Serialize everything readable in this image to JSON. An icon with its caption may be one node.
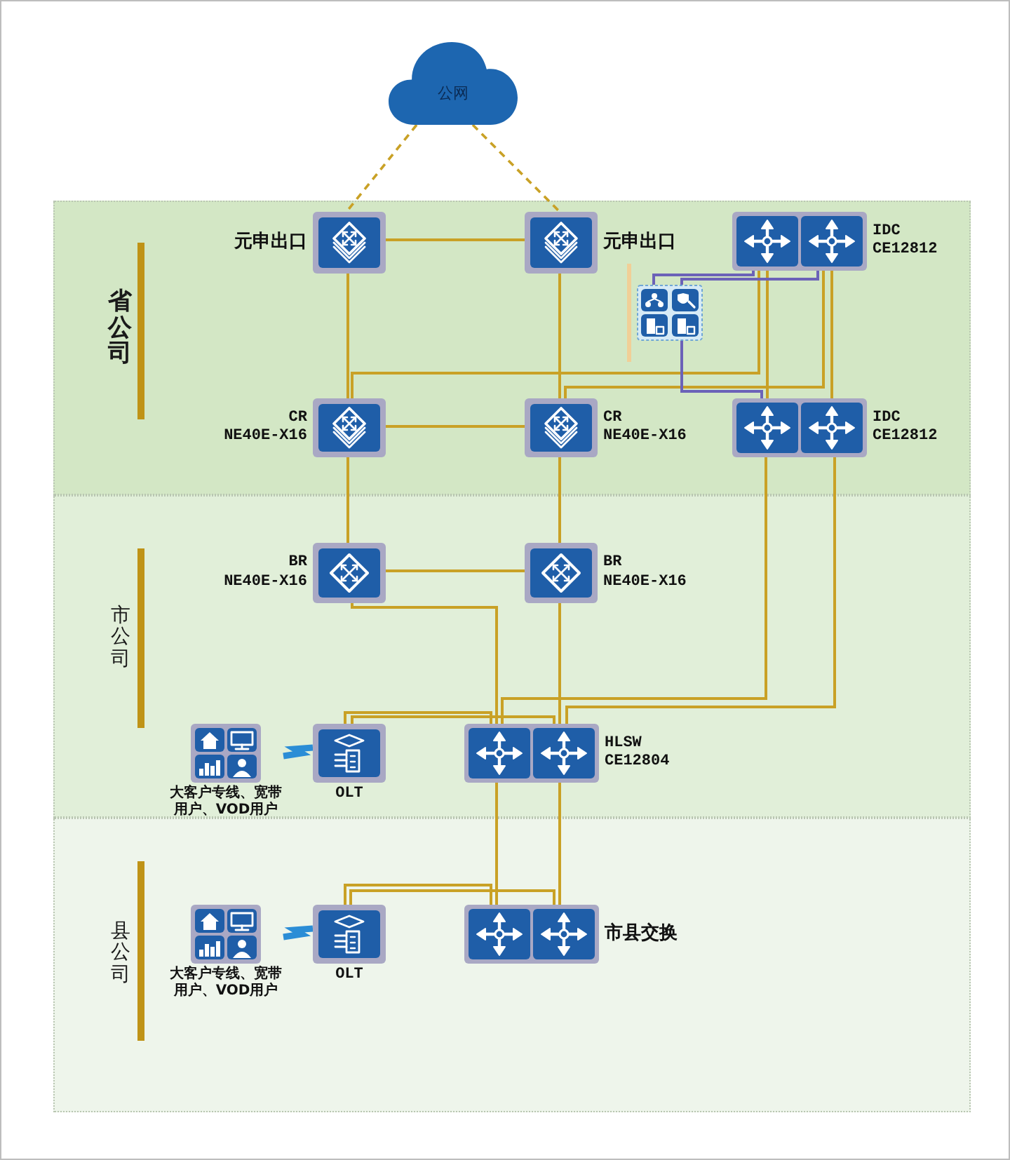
{
  "diagram": {
    "nodes": [
      {
        "text": [
          "公网"
        ]
      },
      {
        "text": [
          "省公司"
        ]
      },
      {
        "text": [
          "市公司"
        ]
      },
      {
        "text": [
          "县公司"
        ]
      },
      {
        "text": [
          "元申出口"
        ],
        "in": 1
      },
      {
        "text": [
          "元申出口"
        ],
        "in": 1
      },
      {
        "text": [
          "IDC CE12812"
        ],
        "in": 1
      },
      {
        "text": [],
        "shape": "picture",
        "in": 1
      },
      {
        "text": [
          "CR NE40E-X16"
        ],
        "in": 1
      },
      {
        "text": [
          "CR NE40E-X16"
        ],
        "in": 1
      },
      {
        "text": [
          "IDC CE12812"
        ],
        "in": 1
      },
      {
        "text": [
          "BR NE40E-X16"
        ],
        "in": 2
      },
      {
        "text": [
          "BR NE40E-X16"
        ],
        "in": 2
      },
      {
        "text": [
          "大客户专线、宽带用户、VOD用户"
        ],
        "in": 2
      },
      {
        "text": [
          "OLT"
        ],
        "in": 2
      },
      {
        "text": [
          "HLSW CE12804"
        ],
        "in": 2
      },
      {
        "text": [
          "大客户专线、宽带用户、VOD用户"
        ],
        "in": 3
      },
      {
        "text": [
          "OLT"
        ],
        "in": 3
      },
      {
        "text": [
          "市县交换"
        ],
        "in": 3
      }
    ],
    "edges": [
      {
        "from": 0,
        "to": 4,
        "arrow": "none",
        "style": "dashed"
      },
      {
        "from": 0,
        "to": 5,
        "arrow": "none",
        "style": "dashed"
      },
      {
        "from": 4,
        "to": 5,
        "arrow": "none"
      },
      {
        "from": 4,
        "to": 8,
        "arrow": "none"
      },
      {
        "from": 5,
        "to": 9,
        "arrow": "none"
      },
      {
        "from": 8,
        "to": 9,
        "arrow": "none"
      },
      {
        "from": 8,
        "to": 6,
        "arrow": "none"
      },
      {
        "from": 9,
        "to": 6,
        "arrow": "none"
      },
      {
        "from": 6,
        "to": 10,
        "arrow": "none"
      },
      {
        "from": 6,
        "to": 10,
        "arrow": "none"
      },
      {
        "from": 7,
        "to": 6,
        "arrow": "none",
        "color": "#6b62b8"
      },
      {
        "from": 7,
        "to": 6,
        "arrow": "none",
        "color": "#6b62b8"
      },
      {
        "from": 7,
        "to": 10,
        "arrow": "none",
        "color": "#6b62b8"
      },
      {
        "from": 8,
        "to": 11,
        "arrow": "none"
      },
      {
        "from": 9,
        "to": 12,
        "arrow": "none"
      },
      {
        "from": 11,
        "to": 12,
        "arrow": "none"
      },
      {
        "from": 11,
        "to": 15,
        "arrow": "none"
      },
      {
        "from": 12,
        "to": 15,
        "arrow": "none"
      },
      {
        "from": 10,
        "to": 15,
        "arrow": "none"
      },
      {
        "from": 10,
        "to": 15,
        "arrow": "none"
      },
      {
        "from": 13,
        "to": 14,
        "arrow": "none",
        "style": "thick",
        "color": "#2b8dd6"
      },
      {
        "from": 14,
        "to": 15,
        "arrow": "none"
      },
      {
        "from": 14,
        "to": 15,
        "arrow": "none"
      },
      {
        "from": 15,
        "to": 18,
        "arrow": "none"
      },
      {
        "from": 15,
        "to": 18,
        "arrow": "none"
      },
      {
        "from": 16,
        "to": 17,
        "arrow": "none",
        "style": "thick",
        "color": "#2b8dd6"
      },
      {
        "from": 17,
        "to": 18,
        "arrow": "none"
      },
      {
        "from": 17,
        "to": 18,
        "arrow": "none"
      }
    ]
  }
}
